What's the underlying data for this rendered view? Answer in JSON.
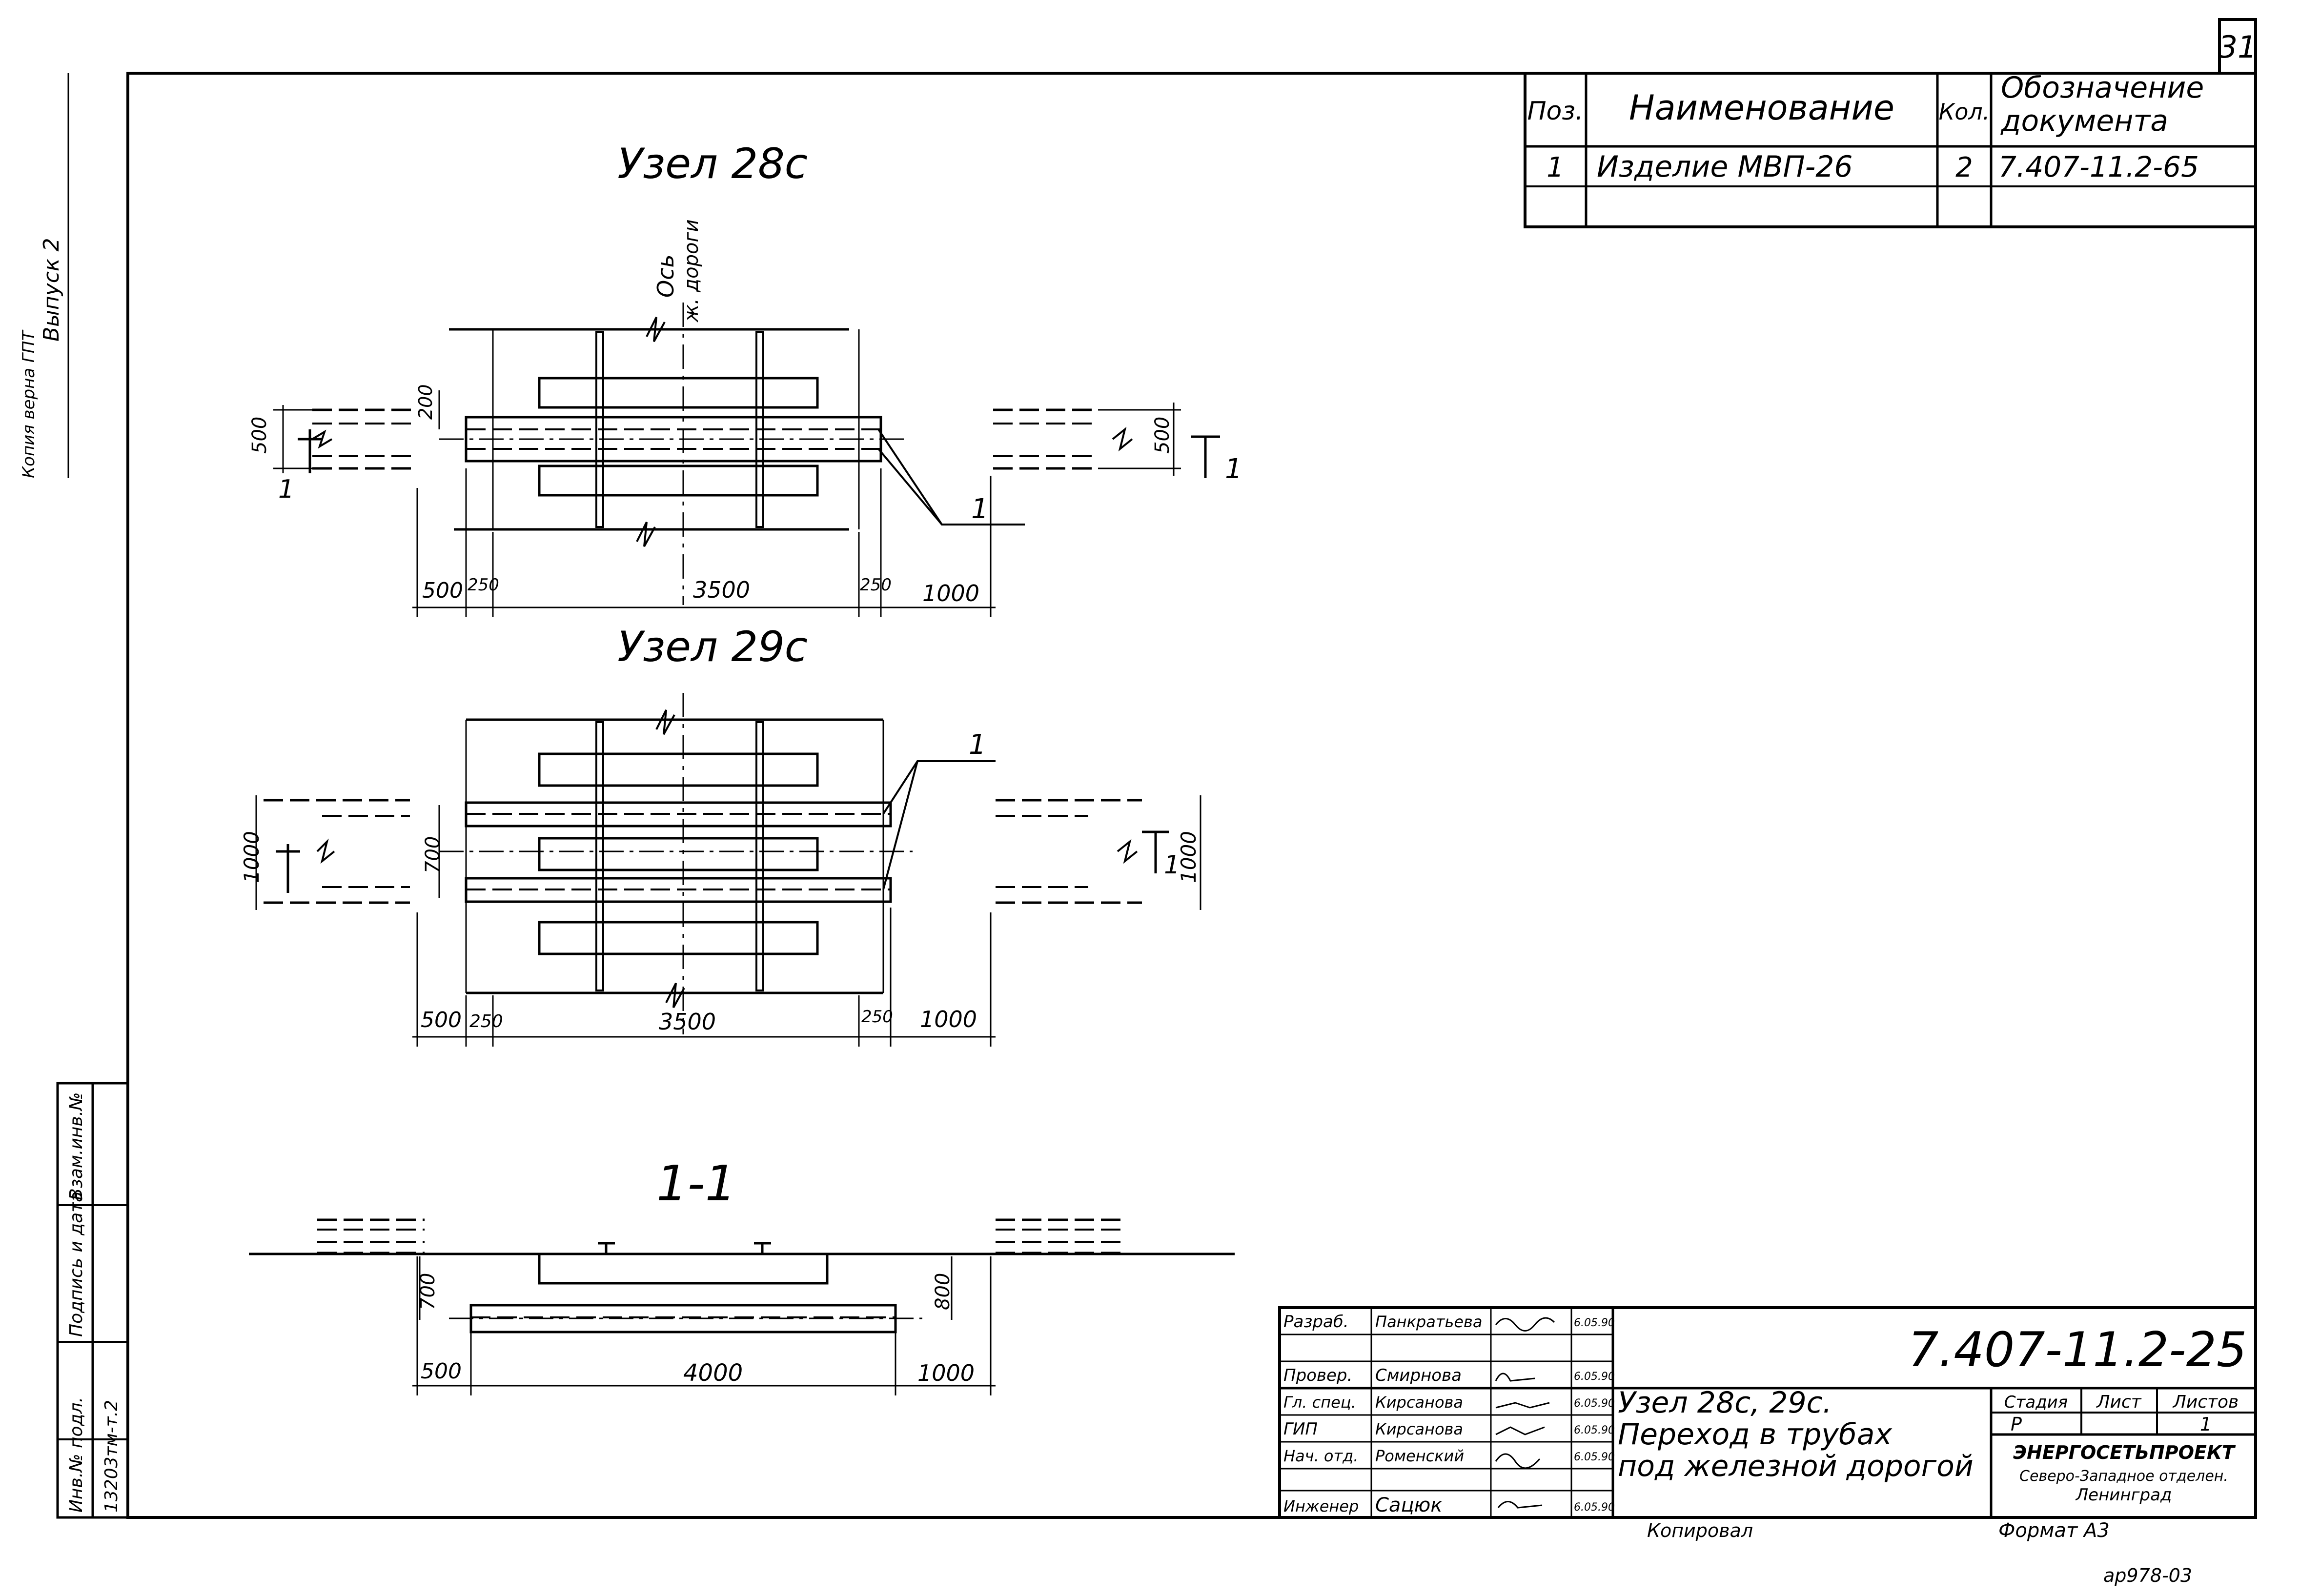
{
  "sheet_number": "31",
  "spec_table": {
    "headers": {
      "pos": "Поз.",
      "name": "Наименование",
      "qty": "Кол.",
      "designation_line1": "Обозначение",
      "designation_line2": "документа"
    },
    "rows": [
      {
        "pos": "1",
        "name": "Изделие МВП-26",
        "qty": "2",
        "designation": "7.407-11.2-65"
      }
    ]
  },
  "views": {
    "node28_title": "Узел 28с",
    "node29_title": "Узел 29с",
    "section_title": "1-1",
    "axis_label_line1": "Ось",
    "axis_label_line2": "ж. дороги",
    "leader_1": "1",
    "section_mark": "1"
  },
  "dimensions": {
    "n28": {
      "left": "500",
      "left_offset": "250",
      "middle": "3500",
      "right_offset": "250",
      "right": "1000",
      "tube_height": "500",
      "top_gap": "200"
    },
    "n29": {
      "left": "500",
      "left_offset": "250",
      "middle": "3500",
      "right_offset": "250",
      "right": "1000",
      "tube_height": "1000",
      "inner": "700"
    },
    "sec": {
      "left": "500",
      "middle": "4000",
      "right": "1000",
      "depth_left": "700",
      "depth_right": "800"
    }
  },
  "left_margin": {
    "stamp_line1": "Копия верна ГПТ",
    "stamp_line2": "Выпуск 2",
    "inv_no": "Инв.№ подл.",
    "signature_date": "Подпись и дата",
    "replace_inv": "Взам.инв.№",
    "inv_value": "13203тм-т.2"
  },
  "title_block": {
    "code": "7.407-11.2-25",
    "title_line1": "Узел 28с, 29с.",
    "title_line2": "Переход в трубах",
    "title_line3": "под железной дорогой",
    "stage_header": "Стадия",
    "sheet_header": "Лист",
    "sheets_header": "Листов",
    "stage_value": "Р",
    "sheet_value": "",
    "sheets_value": "1",
    "org_line1": "ЭНЕРГОСЕТЬПРОЕКТ",
    "org_line2": "Северо-Западное отделен.",
    "org_line3": "Ленинград",
    "signatures": [
      {
        "role": "Разраб.",
        "name": "Панкратьева",
        "date": "6.05.90"
      },
      {
        "role": "Провер.",
        "name": "Смирнова",
        "date": "6.05.90"
      },
      {
        "role": "Гл. спец.",
        "name": "Кирсанова",
        "date": "6.05.90"
      },
      {
        "role": "ГИП",
        "name": "Кирсанова",
        "date": "6.05.90"
      },
      {
        "role": "Нач. отд.",
        "name": "Роменский",
        "date": "6.05.90"
      },
      {
        "role": "Инженер",
        "name": "Сацюк",
        "date": "6.05.90"
      }
    ]
  },
  "footer": {
    "copied": "Копировал",
    "format": "Формат А3",
    "archive": "ар978-03"
  }
}
